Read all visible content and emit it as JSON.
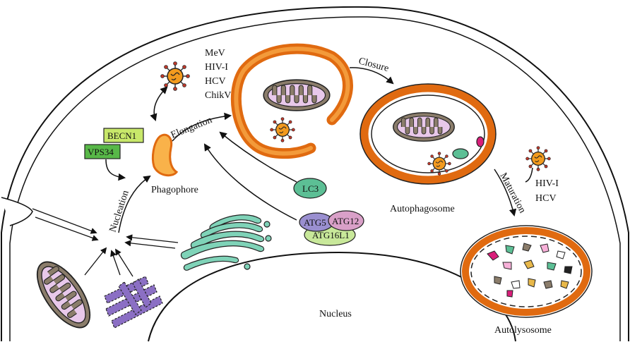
{
  "labels": {
    "viruses_top": [
      "MeV",
      "HIV-I",
      "HCV",
      "ChikV"
    ],
    "viruses_right": [
      "HIV-I",
      "HCV"
    ],
    "becn1": "BECN1",
    "vps34": "VPS34",
    "nucleation": "Nucleation",
    "elongation": "Elongation",
    "phagophore": "Phagophore",
    "closure": "Closure",
    "autophagosome": "Autophagosome",
    "maturation": "Maturation",
    "autolysosome": "Autolysosome",
    "lc3": "LC3",
    "atg5": "ATG5",
    "atg12": "ATG12",
    "atg16l1": "ATG16L1",
    "nucleus": "Nucleus"
  },
  "colors": {
    "membrane_orange": "#f07a1f",
    "phagophore_light": "#f9b24a",
    "mito_outer": "#8b7d6b",
    "mito_inner": "#e8c8ea",
    "virus_body": "#f29a1e",
    "virus_spike": "#c0392b",
    "er_purple": "#8b6fc4",
    "golgi_green": "#7fd3b8",
    "becn1_green": "#c8e86a",
    "vps34_green": "#58b848",
    "lc3_green": "#5cbf95",
    "atg5_purple": "#9a8fd0",
    "atg12_pink": "#d9a0c8",
    "atg16l1_green": "#c8e89a"
  },
  "icons": [
    "virus-icon",
    "mitochondrion-icon",
    "endoplasmic-reticulum-icon",
    "golgi-icon"
  ]
}
